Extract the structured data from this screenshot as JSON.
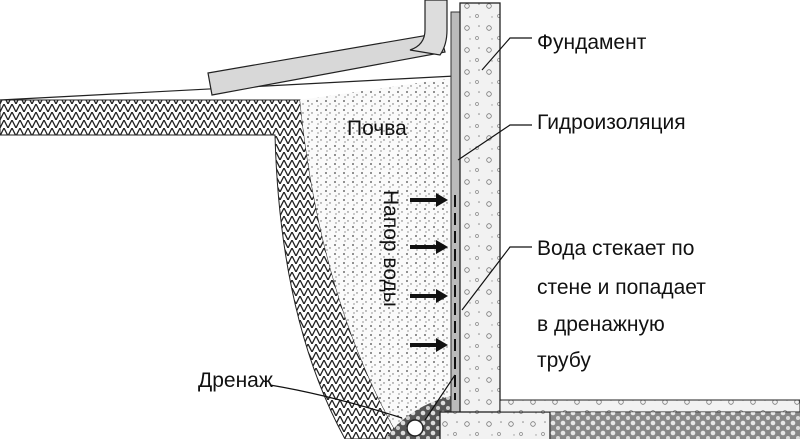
{
  "labels": {
    "foundation": "Фундамент",
    "waterproofing": "Гидроизоляция",
    "water_line1": "Вода стекает по",
    "water_line2": "стене и попадает",
    "water_line3": "в дренажную",
    "water_line4": "трубу",
    "soil": "Почва",
    "water_pressure": "Напор воды",
    "drainage": "Дренаж"
  },
  "colors": {
    "ink": "#111111",
    "concrete": "#f2f2f2",
    "splash": "#d8d8d8"
  }
}
